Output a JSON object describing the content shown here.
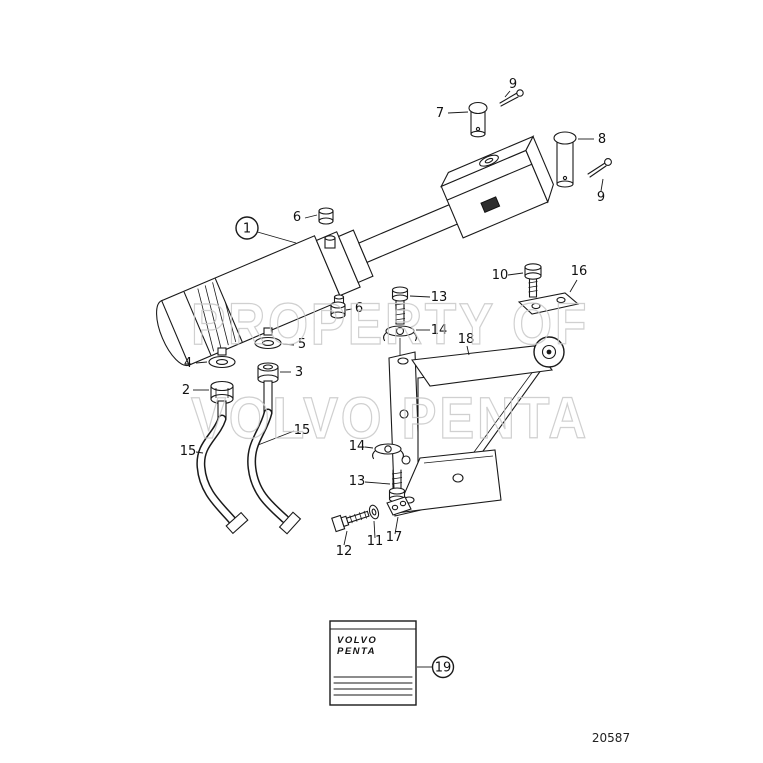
{
  "page": {
    "figure_number": "20587"
  },
  "colors": {
    "background": "#ffffff",
    "line": "#1a1a1a",
    "watermark": "#c8c8c8"
  },
  "watermark": {
    "line1": "PROPERTY OF",
    "line2": "VOLVO PENTA"
  },
  "manual_box": {
    "brand_line1": "VOLVO",
    "brand_line2": "PENTA"
  },
  "callouts": [
    {
      "label": "1",
      "style": "circled"
    },
    {
      "label": "6"
    },
    {
      "label": "7"
    },
    {
      "label": "9"
    },
    {
      "label": "8"
    },
    {
      "label": "9"
    },
    {
      "label": "6"
    },
    {
      "label": "5"
    },
    {
      "label": "3"
    },
    {
      "label": "4"
    },
    {
      "label": "2"
    },
    {
      "label": "15"
    },
    {
      "label": "15"
    },
    {
      "label": "13"
    },
    {
      "label": "14"
    },
    {
      "label": "10"
    },
    {
      "label": "16"
    },
    {
      "label": "18"
    },
    {
      "label": "14"
    },
    {
      "label": "13"
    },
    {
      "label": "12"
    },
    {
      "label": "11"
    },
    {
      "label": "17"
    },
    {
      "label": "19",
      "style": "circled"
    }
  ]
}
